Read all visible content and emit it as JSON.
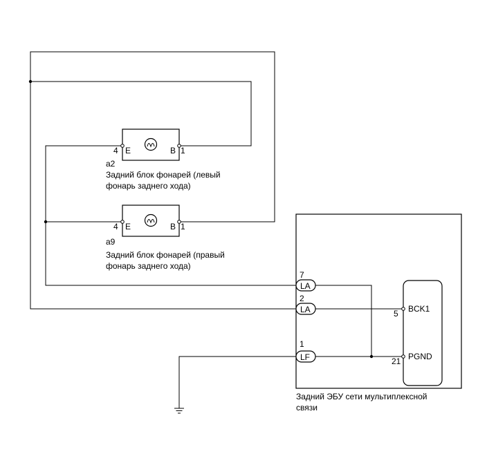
{
  "lamp_left": {
    "connector": "a2",
    "pin_e_number": "4",
    "pin_e_label": "E",
    "pin_b_label": "B",
    "pin_b_number": "1",
    "caption_line1": "Задний блок фонарей (левый",
    "caption_line2": "фонарь заднего хода)"
  },
  "lamp_right": {
    "connector": "a9",
    "pin_e_number": "4",
    "pin_e_label": "E",
    "pin_b_label": "B",
    "pin_b_number": "1",
    "caption_line1": "Задний блок фонарей (правый",
    "caption_line2": "фонарь заднего хода)"
  },
  "ecu": {
    "caption_line1": "Задний ЭБУ сети мультиплексной",
    "caption_line2": "связи",
    "connectors": [
      {
        "pin": "7",
        "label": "LA"
      },
      {
        "pin": "2",
        "label": "LA"
      },
      {
        "pin": "1",
        "label": "LF"
      }
    ],
    "terminals": [
      {
        "pin": "5",
        "label": "BCK1"
      },
      {
        "pin": "21",
        "label": "PGND"
      }
    ]
  },
  "ground_icon": "ground-symbol-icon",
  "bulb_icon": "bulb-icon"
}
